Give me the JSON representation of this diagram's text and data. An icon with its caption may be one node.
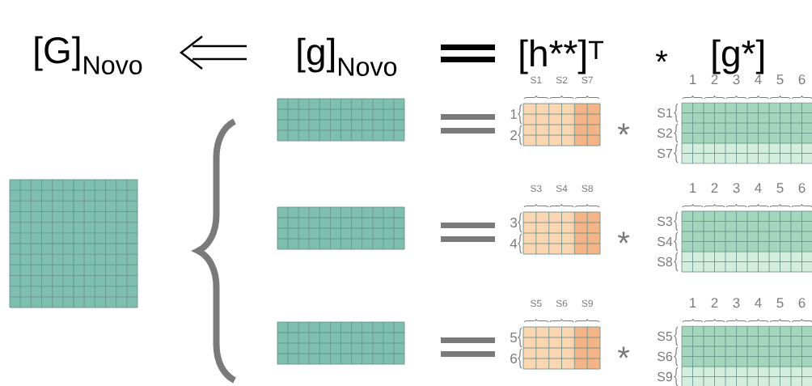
{
  "diagram": {
    "labels": [
      "[G]$_{Novo}$",
      "[g]$_{Novo}$",
      "[h**]$^{T}$",
      "*",
      "[g*]",
      "S1",
      "S2",
      "S7",
      "1",
      "2",
      "3",
      "4",
      "5",
      "6",
      "1",
      "S1",
      "2",
      "*",
      "S2",
      "S7",
      "S3",
      "S4",
      "S8",
      "1",
      "2",
      "3",
      "4",
      "5",
      "6",
      "3",
      "S3",
      "4",
      "*",
      "S4",
      "S8",
      "S5",
      "S6",
      "S9",
      "1",
      "2",
      "3",
      "4",
      "5",
      "6",
      "5",
      "S5",
      "6",
      "*",
      "S6",
      "S9"
    ]
  }
}
